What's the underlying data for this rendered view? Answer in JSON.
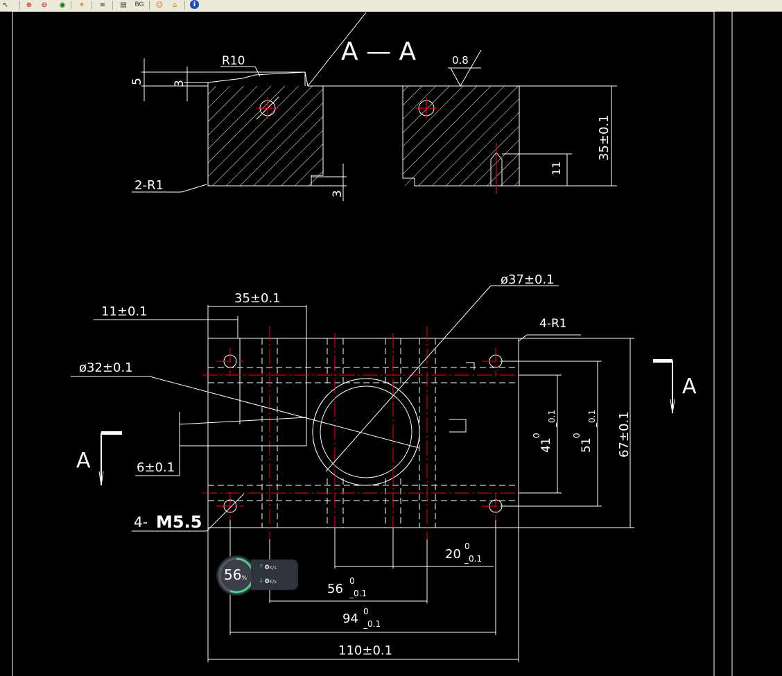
{
  "toolbar": {
    "icons": [
      "cursor-icon",
      "zoom-window-icon",
      "zoom-previous-icon",
      "pan-icon",
      "match-properties-icon",
      "layer-icon",
      "print-preview-icon",
      "bg-icon",
      "user-icon",
      "home-icon",
      "info-icon"
    ],
    "bg_label": "BG"
  },
  "colors": {
    "background": "#000000",
    "line": "#ffffff",
    "centerline": "#ff0000",
    "toolbar": "#ece9d8"
  },
  "section_view": {
    "title": "A — A",
    "labels": {
      "r10": "R10",
      "dim5": "5",
      "dim3_top": "3",
      "roughness": "0.8",
      "dim35": "35±0.1",
      "dim11": "11",
      "dim3_bottom": "3",
      "r1": "2-R1"
    }
  },
  "plan_view": {
    "labels": {
      "dim11": "11±0.1",
      "dim35": "35±0.1",
      "dia37": "ø37±0.1",
      "r1": "4-R1",
      "dia32": "ø32±0.1",
      "dim6": "6±0.1",
      "thread_prefix": "4-",
      "thread": "M5.5",
      "dim41": "41",
      "dim51": "51",
      "dim67": "67±0.1",
      "dim20": "20",
      "dim56": "56",
      "dim94": "94",
      "dim110": "110±0.1",
      "tol_zero": "0",
      "tol_neg": "_0.1",
      "section_mark": "A"
    }
  },
  "net_widget": {
    "percent": "56",
    "percent_unit": "%",
    "upload": "0",
    "download": "0",
    "rate_unit": "K/s",
    "dial_fraction": 0.56
  }
}
